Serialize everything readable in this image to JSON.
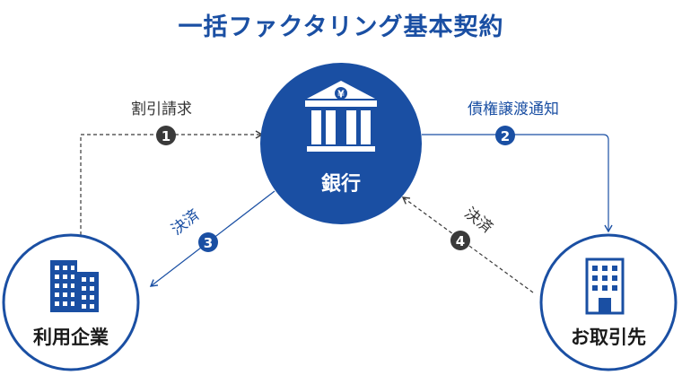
{
  "title": "一括ファクタリング基本契約",
  "colors": {
    "primary": "#1a4fa3",
    "dark": "#3a3a3a",
    "white": "#ffffff"
  },
  "nodes": {
    "bank": {
      "label": "銀行",
      "icon": "bank-yen-icon"
    },
    "company": {
      "label": "利用企業",
      "icon": "office-buildings-icon"
    },
    "partner": {
      "label": "お取引先",
      "icon": "office-building-icon"
    }
  },
  "flows": [
    {
      "step": "1",
      "label": "割引請求"
    },
    {
      "step": "2",
      "label": "債権譲渡通知"
    },
    {
      "step": "3",
      "label": "決済"
    },
    {
      "step": "4",
      "label": "決済"
    }
  ],
  "yen_symbol": "¥"
}
